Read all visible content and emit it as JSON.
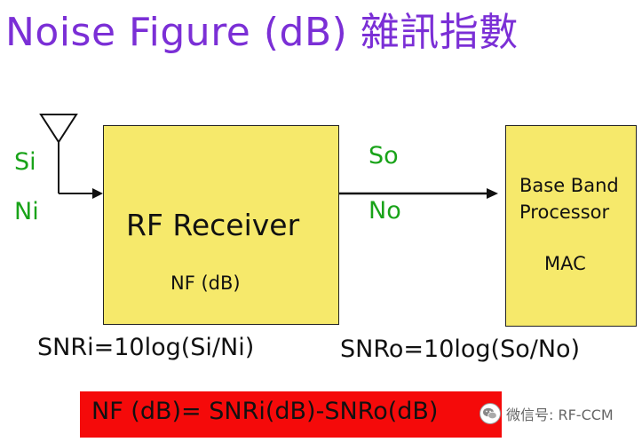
{
  "title": "Noise Figure (dB) 雜訊指數",
  "inputs": {
    "si": "Si",
    "ni": "Ni"
  },
  "outputs": {
    "so": "So",
    "no": "No"
  },
  "rf_receiver": {
    "label": "RF Receiver",
    "nf": "NF (dB)"
  },
  "baseband": {
    "line1": "Base Band",
    "line2": "Processor",
    "mac": "MAC"
  },
  "equations": {
    "snri": "SNRi=10log(Si/Ni)",
    "snro": "SNRo=10log(So/No)",
    "nf": "NF (dB)= SNRi(dB)-SNRo(dB)"
  },
  "watermark": {
    "text": "微信号: RF-CCM",
    "icon": "wechat-icon"
  },
  "colors": {
    "title": "#7b2fd6",
    "signal_labels": "#19a319",
    "box_fill": "#f6e96b",
    "formula_bar": "#f50a0a"
  }
}
